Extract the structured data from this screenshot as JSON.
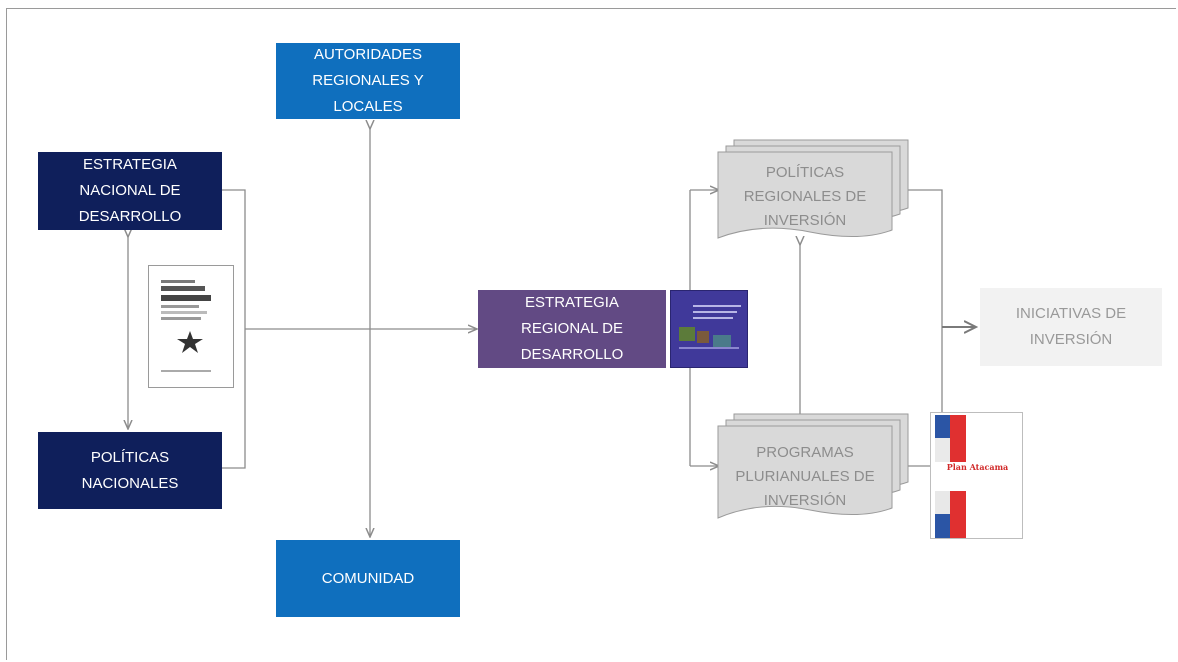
{
  "boxes": {
    "autoridades": "AUTORIDADES\nREGIONALES Y\nLOCALES",
    "estrategia_nacional": "ESTRATEGIA\nNACIONAL DE\nDESARROLLO",
    "politicas_nacionales": "POLÍTICAS\nNACIONALES",
    "comunidad": "COMUNIDAD",
    "estrategia_regional": "ESTRATEGIA\nREGIONAL DE\nDESARROLLO",
    "politicas_regionales": "POLÍTICAS\nREGIONALES DE\nINVERSIÓN",
    "programas": "PROGRAMAS\nPLURIANUALES DE\nINVERSIÓN",
    "iniciativas": "INICIATIVAS DE\nINVERSIÓN"
  },
  "thumbnails": {
    "plan_label": "Plan Atacama"
  },
  "colors": {
    "navy": "#0f1f5b",
    "blue": "#0f6fbe",
    "purple": "#624a84",
    "doc_grey": "#d9d9d9",
    "connector": "#8c8c8c"
  }
}
